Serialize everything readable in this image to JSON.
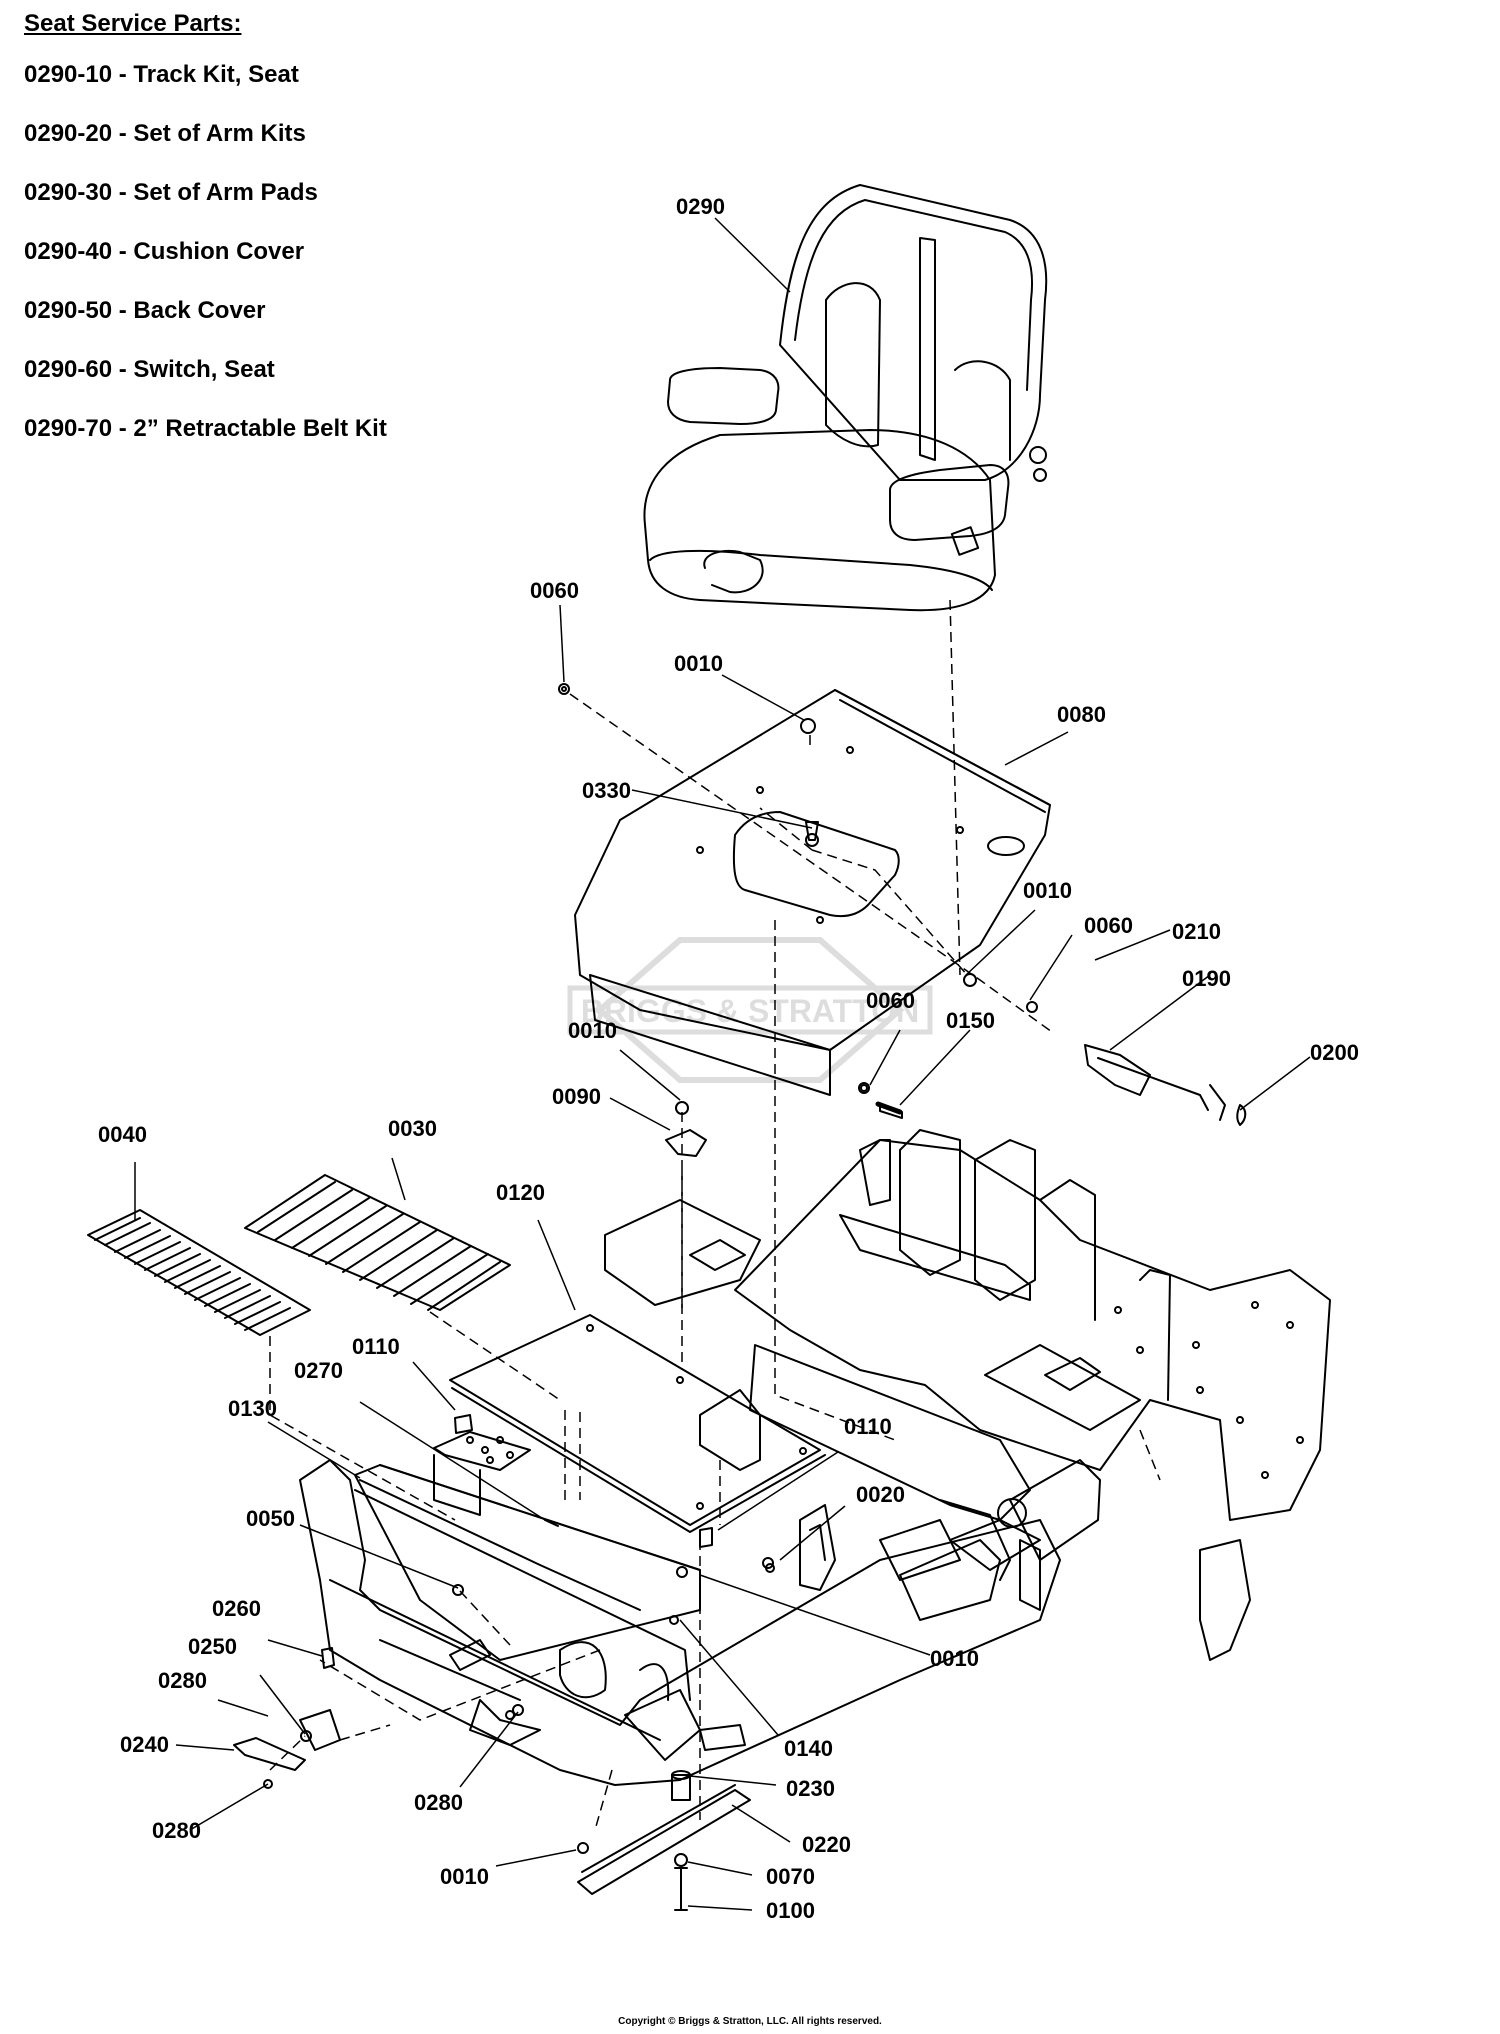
{
  "legend": {
    "title": "Seat Service Parts:",
    "items": [
      "0290-10 - Track Kit, Seat",
      "0290-20 - Set of Arm Kits",
      "0290-30 - Set of Arm Pads",
      "0290-40 - Cushion Cover",
      "0290-50 - Back Cover",
      "0290-60 - Switch, Seat",
      "0290-70 - 2” Retractable Belt Kit"
    ]
  },
  "callouts": {
    "c0290": "0290",
    "c0060a": "0060",
    "c0010a": "0010",
    "c0080": "0080",
    "c0330": "0330",
    "c0010b": "0010",
    "c0060b": "0060",
    "c0210": "0210",
    "c0190": "0190",
    "c0060c": "0060",
    "c0150": "0150",
    "c0010c": "0010",
    "c0200": "0200",
    "c0090": "0090",
    "c0040": "0040",
    "c0030": "0030",
    "c0120": "0120",
    "c0110a": "0110",
    "c0270": "0270",
    "c0130": "0130",
    "c0110b": "0110",
    "c0020": "0020",
    "c0050": "0050",
    "c0010d": "0010",
    "c0260": "0260",
    "c0250": "0250",
    "c0280a": "0280",
    "c0140": "0140",
    "c0240": "0240",
    "c0230": "0230",
    "c0280b": "0280",
    "c0280c": "0280",
    "c0220": "0220",
    "c0010e": "0010",
    "c0070": "0070",
    "c0100": "0100"
  },
  "watermark": "BRIGGS & STRATTON",
  "copyright": "Copyright © Briggs & Stratton, LLC. All rights reserved."
}
